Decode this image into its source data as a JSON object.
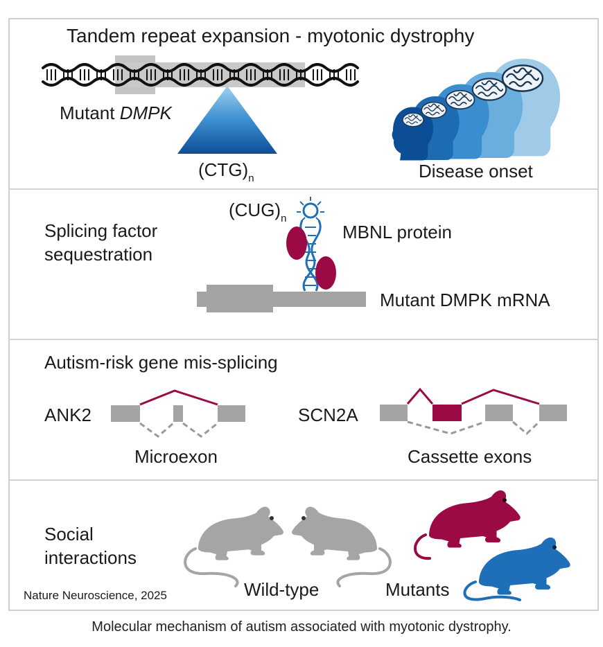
{
  "figure": {
    "corner_mark": "\"",
    "caption": "Molecular mechanism of autism associated with myotonic dystrophy.",
    "credit": "Nature Neuroscience, 2025"
  },
  "panel1": {
    "title": "Tandem repeat expansion - myotonic dystrophy",
    "gene_label_prefix": "Mutant ",
    "gene_label_italic": "DMPK",
    "repeat_base": "(CTG)",
    "repeat_sub": "n",
    "onset_label": "Disease onset"
  },
  "panel2": {
    "heading_line1": "Splicing factor",
    "heading_line2": "sequestration",
    "repeat_base": "(CUG)",
    "repeat_sub": "n",
    "protein_label": "MBNL protein",
    "mrna_label": "Mutant DMPK mRNA"
  },
  "panel3": {
    "heading": "Autism-risk gene mis-splicing",
    "gene1": "ANK2",
    "gene1_caption": "Microexon",
    "gene2": "SCN2A",
    "gene2_caption": "Cassette exons"
  },
  "panel4": {
    "heading_line1": "Social",
    "heading_line2": "interactions",
    "wildtype_label": "Wild-type",
    "mutants_label": "Mutants"
  },
  "colors": {
    "crimson": "#9b0a45",
    "blue": "#1f6fb8",
    "dark_blue": "#0e4f95",
    "gray": "#9a9a9a",
    "exon_gray": "#a4a4a4"
  }
}
